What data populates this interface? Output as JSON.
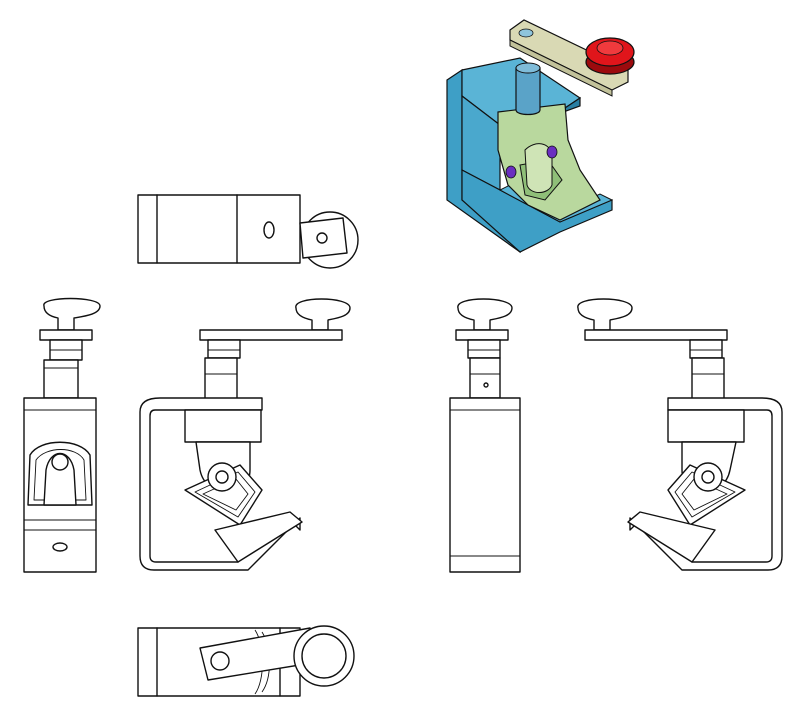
{
  "drawing": {
    "views": [
      {
        "id": "isometric",
        "label": ""
      },
      {
        "id": "top",
        "label": ""
      },
      {
        "id": "left-side",
        "label": ""
      },
      {
        "id": "front",
        "label": ""
      },
      {
        "id": "right-side",
        "label": ""
      },
      {
        "id": "rear",
        "label": ""
      },
      {
        "id": "bottom",
        "label": ""
      }
    ]
  },
  "colors": {
    "paper": "#ffffff",
    "line": "#111111",
    "frame_blue": "#3e9fc6",
    "frame_blue_dark": "#2a7fa3",
    "screw_blue": "#5aa3c8",
    "arm_tan": "#d9d9b4",
    "knob_red": "#e0151b",
    "knob_red_dark": "#9c0a0d",
    "joint_green": "#b9d89e",
    "joint_green_dark": "#8fbf78",
    "pin_purple": "#6a2fc0"
  }
}
